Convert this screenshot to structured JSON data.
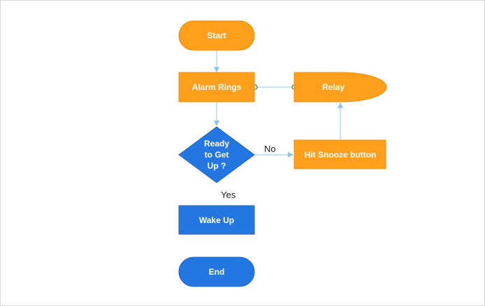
{
  "colors": {
    "orange": "#ff9f1c",
    "orange_stroke": "#f08c00",
    "blue": "#2477e0",
    "blue_stroke": "#1c67c7",
    "connector": "#8cc4ea",
    "text_light": "#ffffff",
    "text_dark": "#222222"
  },
  "nodes": {
    "start": "Start",
    "alarm": "Alarm Rings",
    "relay": "Relay",
    "ready_line1": "Ready",
    "ready_line2": "to Get",
    "ready_line3": "Up ?",
    "snooze": "Hit Snooze button",
    "wake": "Wake Up",
    "end": "End"
  },
  "edges": {
    "no": "No",
    "yes": "Yes"
  }
}
